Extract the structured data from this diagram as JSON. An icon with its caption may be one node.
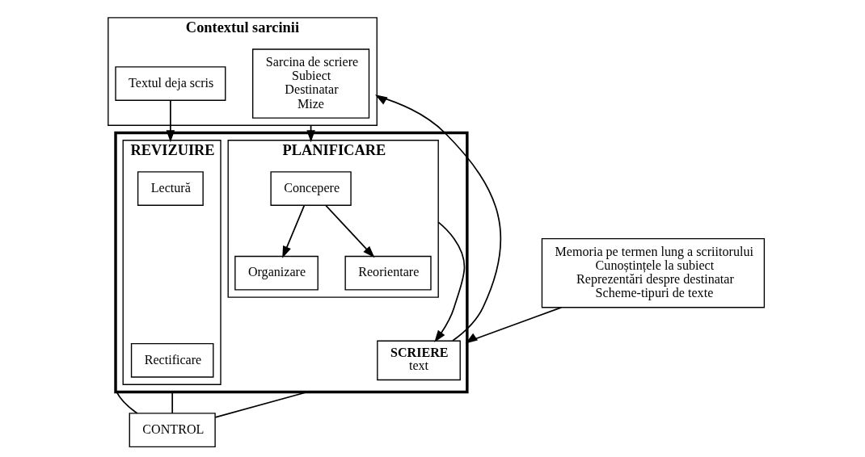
{
  "diagram": {
    "nodes": [
      {
        "text": [
          "Contextul sarcinii"
        ]
      },
      {
        "text": [
          "Sarcina de scriere",
          "Subiect",
          "Destinatar",
          "Mize"
        ],
        "in": 0
      },
      {
        "text": [
          "Textul deja scris"
        ],
        "in": 0
      },
      {
        "text": [
          "Memoria pe termen lung a scriitorului",
          "Cunoștințele la subiect",
          "Reprezentări despre destinatar",
          "Scheme-tipuri de texte"
        ]
      },
      {
        "text": [],
        "shape": "box"
      },
      {
        "text": [
          "PLANIFICARE"
        ],
        "in": 4
      },
      {
        "text": [
          "Concepere"
        ],
        "in": 5
      },
      {
        "text": [
          "Organizare"
        ],
        "in": 5
      },
      {
        "text": [
          "Reorientare"
        ],
        "in": 5
      },
      {
        "text": [
          "SCRIERE",
          "text"
        ],
        "in": 4
      },
      {
        "text": [
          "REVIZUIRE"
        ],
        "in": 4
      },
      {
        "text": [
          "Lectură"
        ],
        "in": 10
      },
      {
        "text": [
          "Rectificare"
        ],
        "in": 10
      },
      {
        "text": [
          "CONTROL"
        ]
      }
    ],
    "edges": [
      {
        "from": 0,
        "to": 5,
        "arrow": "to"
      },
      {
        "from": 9,
        "to": 0,
        "arrow": "to"
      },
      {
        "from": 2,
        "to": 10,
        "arrow": "to"
      },
      {
        "from": 3,
        "to": 4,
        "arrow": "to"
      },
      {
        "from": 6,
        "to": 7,
        "arrow": "to"
      },
      {
        "from": 6,
        "to": 8,
        "arrow": "to"
      },
      {
        "from": 5,
        "to": 9,
        "arrow": "to"
      },
      {
        "from": 4,
        "to": 13,
        "arrow": "none"
      },
      {
        "from": 4,
        "to": 13,
        "arrow": "none"
      },
      {
        "from": 4,
        "to": 13,
        "arrow": "none"
      }
    ]
  }
}
